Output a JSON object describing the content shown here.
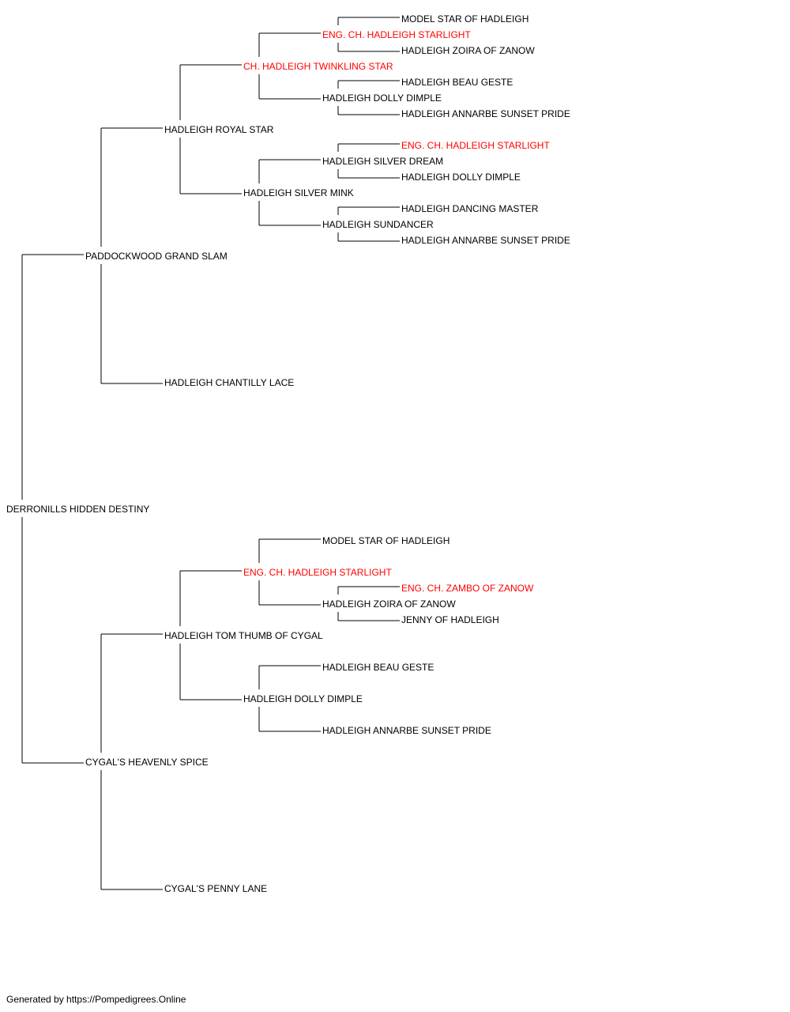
{
  "colors": {
    "champion": "#ff0000",
    "normal": "#000000",
    "line": "#000000"
  },
  "pedigree": {
    "name": "DERRONILLS HIDDEN DESTINY",
    "champion": false,
    "sire": {
      "name": "PADDOCKWOOD GRAND SLAM",
      "champion": false,
      "sire": {
        "name": "HADLEIGH ROYAL STAR",
        "champion": false,
        "sire": {
          "name": "CH. HADLEIGH TWINKLING STAR",
          "champion": true,
          "sire": {
            "name": "ENG. CH. HADLEIGH STARLIGHT",
            "champion": true,
            "sire": {
              "name": "MODEL STAR OF HADLEIGH",
              "champion": false
            },
            "dam": {
              "name": "HADLEIGH ZOIRA OF ZANOW",
              "champion": false
            }
          },
          "dam": {
            "name": "HADLEIGH DOLLY DIMPLE",
            "champion": false,
            "sire": {
              "name": "HADLEIGH BEAU GESTE",
              "champion": false
            },
            "dam": {
              "name": "HADLEIGH ANNARBE SUNSET PRIDE",
              "champion": false
            }
          }
        },
        "dam": {
          "name": "HADLEIGH SILVER MINK",
          "champion": false,
          "sire": {
            "name": "HADLEIGH SILVER DREAM",
            "champion": false,
            "sire": {
              "name": "ENG. CH. HADLEIGH STARLIGHT",
              "champion": true
            },
            "dam": {
              "name": "HADLEIGH DOLLY DIMPLE",
              "champion": false
            }
          },
          "dam": {
            "name": "HADLEIGH SUNDANCER",
            "champion": false,
            "sire": {
              "name": "HADLEIGH DANCING MASTER",
              "champion": false
            },
            "dam": {
              "name": "HADLEIGH ANNARBE SUNSET PRIDE",
              "champion": false
            }
          }
        }
      },
      "dam": {
        "name": "HADLEIGH CHANTILLY LACE",
        "champion": false
      }
    },
    "dam": {
      "name": "CYGAL'S HEAVENLY SPICE",
      "champion": false,
      "sire": {
        "name": "HADLEIGH TOM THUMB OF CYGAL",
        "champion": false,
        "sire": {
          "name": "ENG. CH. HADLEIGH STARLIGHT",
          "champion": true,
          "sire": {
            "name": "MODEL STAR OF HADLEIGH",
            "champion": false
          },
          "dam": {
            "name": "HADLEIGH ZOIRA OF ZANOW",
            "champion": false,
            "sire": {
              "name": "ENG. CH. ZAMBO OF ZANOW",
              "champion": true
            },
            "dam": {
              "name": "JENNY OF HADLEIGH",
              "champion": false
            }
          }
        },
        "dam": {
          "name": "HADLEIGH DOLLY DIMPLE",
          "champion": false,
          "sire": {
            "name": "HADLEIGH BEAU GESTE",
            "champion": false
          },
          "dam": {
            "name": "HADLEIGH ANNARBE SUNSET PRIDE",
            "champion": false
          }
        }
      },
      "dam": {
        "name": "CYGAL'S PENNY LANE",
        "champion": false
      }
    }
  },
  "footer": {
    "text": "Generated by https://Pompedigrees.Online"
  }
}
